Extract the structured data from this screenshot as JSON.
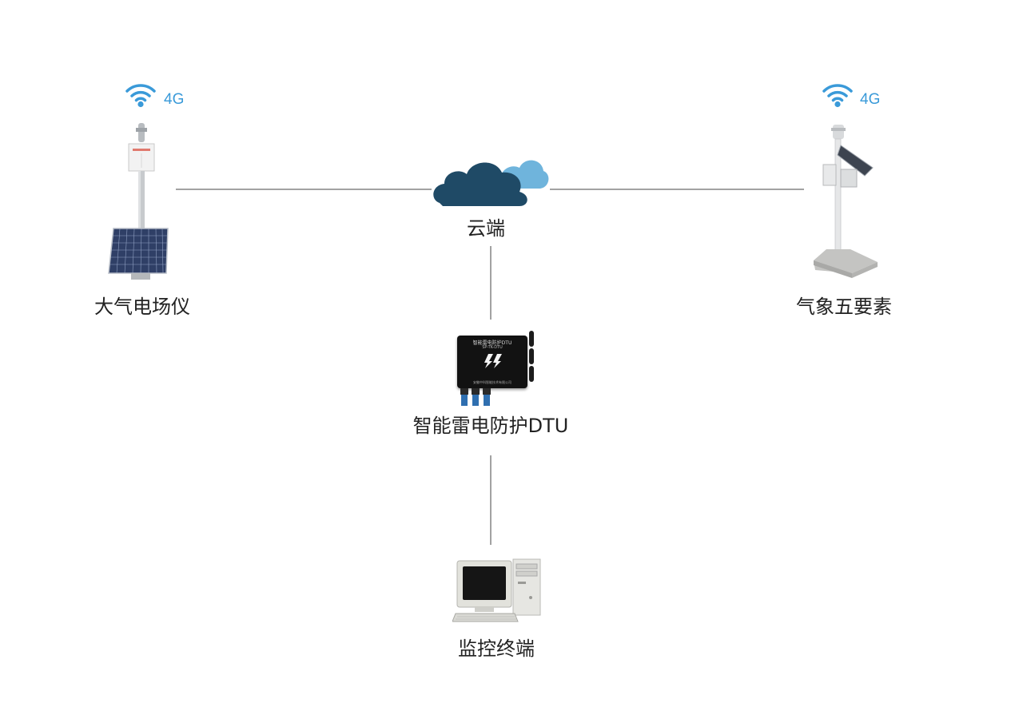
{
  "nodes": {
    "field_meter": {
      "label": "大气电场仪",
      "network": "4G"
    },
    "weather_station": {
      "label": "气象五要素",
      "network": "4G"
    },
    "cloud": {
      "label": "云端"
    },
    "dtu": {
      "label": "智能雷电防护DTU",
      "device_title": "智能雷电防护DTU",
      "device_model": "SP-TK-DTU",
      "device_maker": "安徽中科智能技术有限公司"
    },
    "terminal": {
      "label": "监控终端"
    }
  },
  "colors": {
    "wifi": "#3a9ad9",
    "line": "#444444",
    "cloud_front": "#1f4a66",
    "cloud_back": "#6fb4dc"
  }
}
